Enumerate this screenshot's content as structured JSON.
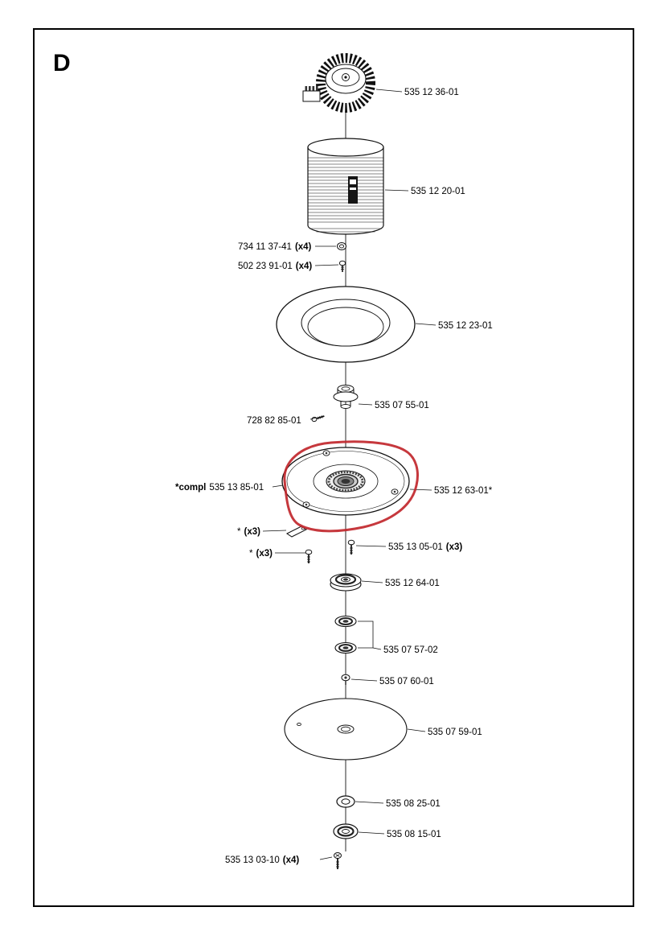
{
  "page": {
    "section_label": "D"
  },
  "colors": {
    "outline": "#111111",
    "highlight": "#c1272d"
  },
  "labels": {
    "motor": {
      "part": "535 12 36-01"
    },
    "cylinder": {
      "part": "535 12 20-01"
    },
    "washer_top": {
      "part": "734 11 37-41",
      "qty": "(x4)"
    },
    "screw_top": {
      "part": "502 23 91-01",
      "qty": "(x4)"
    },
    "cover_ring": {
      "part": "535 12 23-01"
    },
    "hub": {
      "part": "535 07 55-01"
    },
    "set_screw": {
      "part": "728 82 85-01"
    },
    "disc_assembly": {
      "prefix": "*compl",
      "part": "535 13 85-01"
    },
    "drive_disc": {
      "part": "535 12 63-01*"
    },
    "clip": {
      "prefix": "*",
      "qty": "(x3)"
    },
    "clip_screw": {
      "prefix": "*",
      "qty": "(x3)"
    },
    "disc_screw": {
      "part": "535 13 05-01",
      "qty": "(x3)"
    },
    "bearing_large": {
      "part": "535 12 64-01"
    },
    "bearing_pair": {
      "part": "535 07 57-02"
    },
    "spacer": {
      "part": "535 07 60-01"
    },
    "blade_disc": {
      "part": "535 07 59-01"
    },
    "washer_small": {
      "part": "535 08 25-01"
    },
    "washer_flange": {
      "part": "535 08 15-01"
    },
    "screw_bottom": {
      "part": "535 13 03-10",
      "qty": "(x4)"
    }
  }
}
